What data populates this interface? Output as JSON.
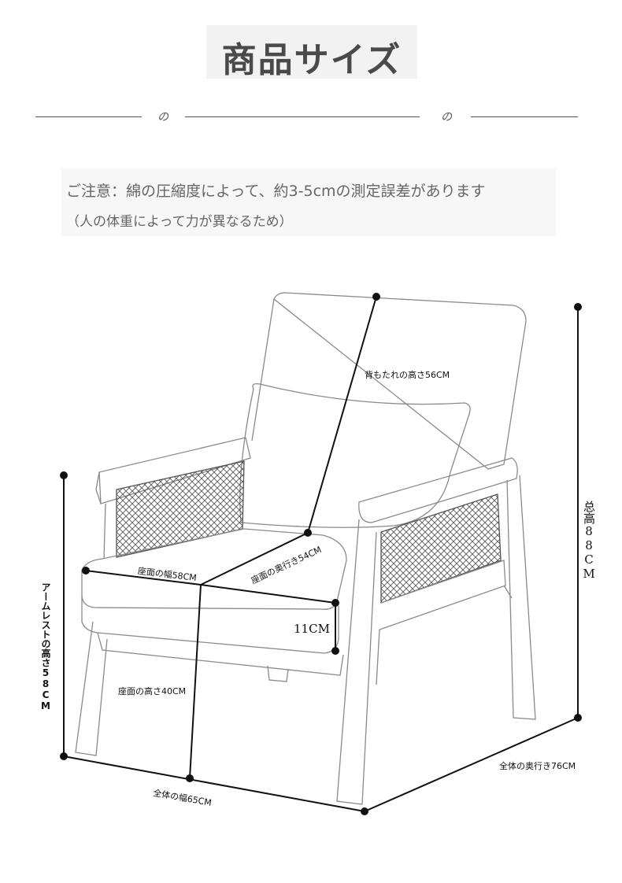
{
  "header": {
    "title": "商品サイズ",
    "divider_mark_left": "の",
    "divider_mark_right": "の"
  },
  "note": {
    "line1": "ご注意：綿の圧縮度によって、約3-5cmの測定誤差があります",
    "line2": "（人の体重によって力が異なるため）"
  },
  "dimensions": {
    "backrest_height": "背もたれの高さ56CM",
    "total_height": "总高88CM",
    "seat_width": "座面の幅58CM",
    "seat_depth": "座面の奥行き54CM",
    "cushion_thickness": "11CM",
    "armrest_height": "アームレストの高さ58CM",
    "seat_height": "座面の高さ40CM",
    "overall_width": "全体の幅65CM",
    "overall_depth": "全体の奥行き76CM"
  },
  "colors": {
    "line": "#111111",
    "sketch": "#8a8a8a",
    "title_bg": "#f2f2f2",
    "title_text": "#4a4a4a",
    "note_text": "#666666"
  }
}
